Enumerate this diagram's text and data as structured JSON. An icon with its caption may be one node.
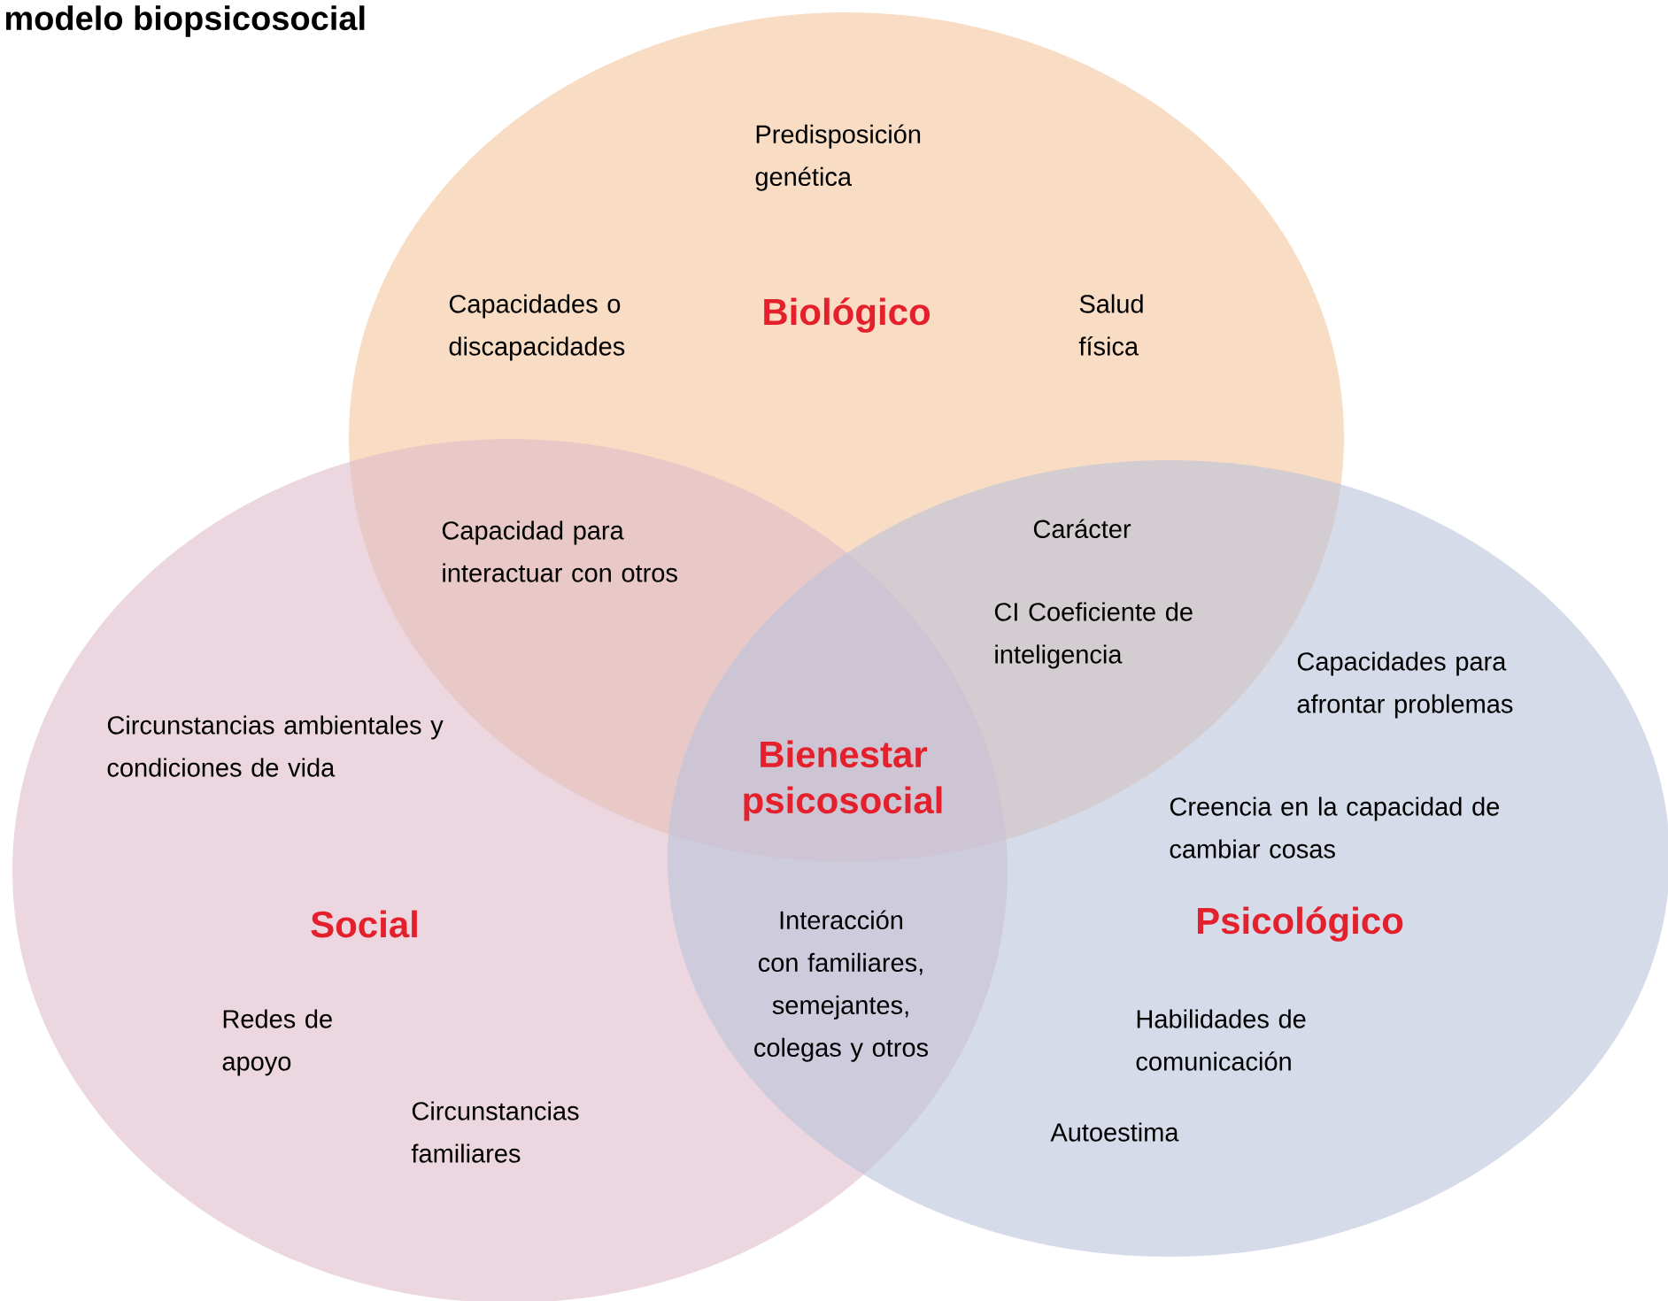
{
  "diagram": {
    "title": "modelo biopsicosocial",
    "nodes": [
      {
        "text": [
          "Biológico",
          "Predisposición genética",
          "Capacidades o discapacidades",
          "Salud física"
        ]
      },
      {
        "text": [
          "Social",
          "Circunstancias ambientales y condiciones de vida",
          "Redes de apoyo",
          "Circunstancias familiares"
        ]
      },
      {
        "text": [
          "Psicológico",
          "Capacidades para afrontar problemas",
          "Creencia en la capacidad de cambiar cosas",
          "Habilidades de comunicación",
          "Autoestima"
        ]
      }
    ],
    "labels": [
      "Carácter",
      "Capacidad para interactuar con otros",
      "CI Coeficiente de inteligencia",
      "Bienestar psicosocial",
      "Interacción con familiares, semejantes, colegas y otros"
    ]
  }
}
